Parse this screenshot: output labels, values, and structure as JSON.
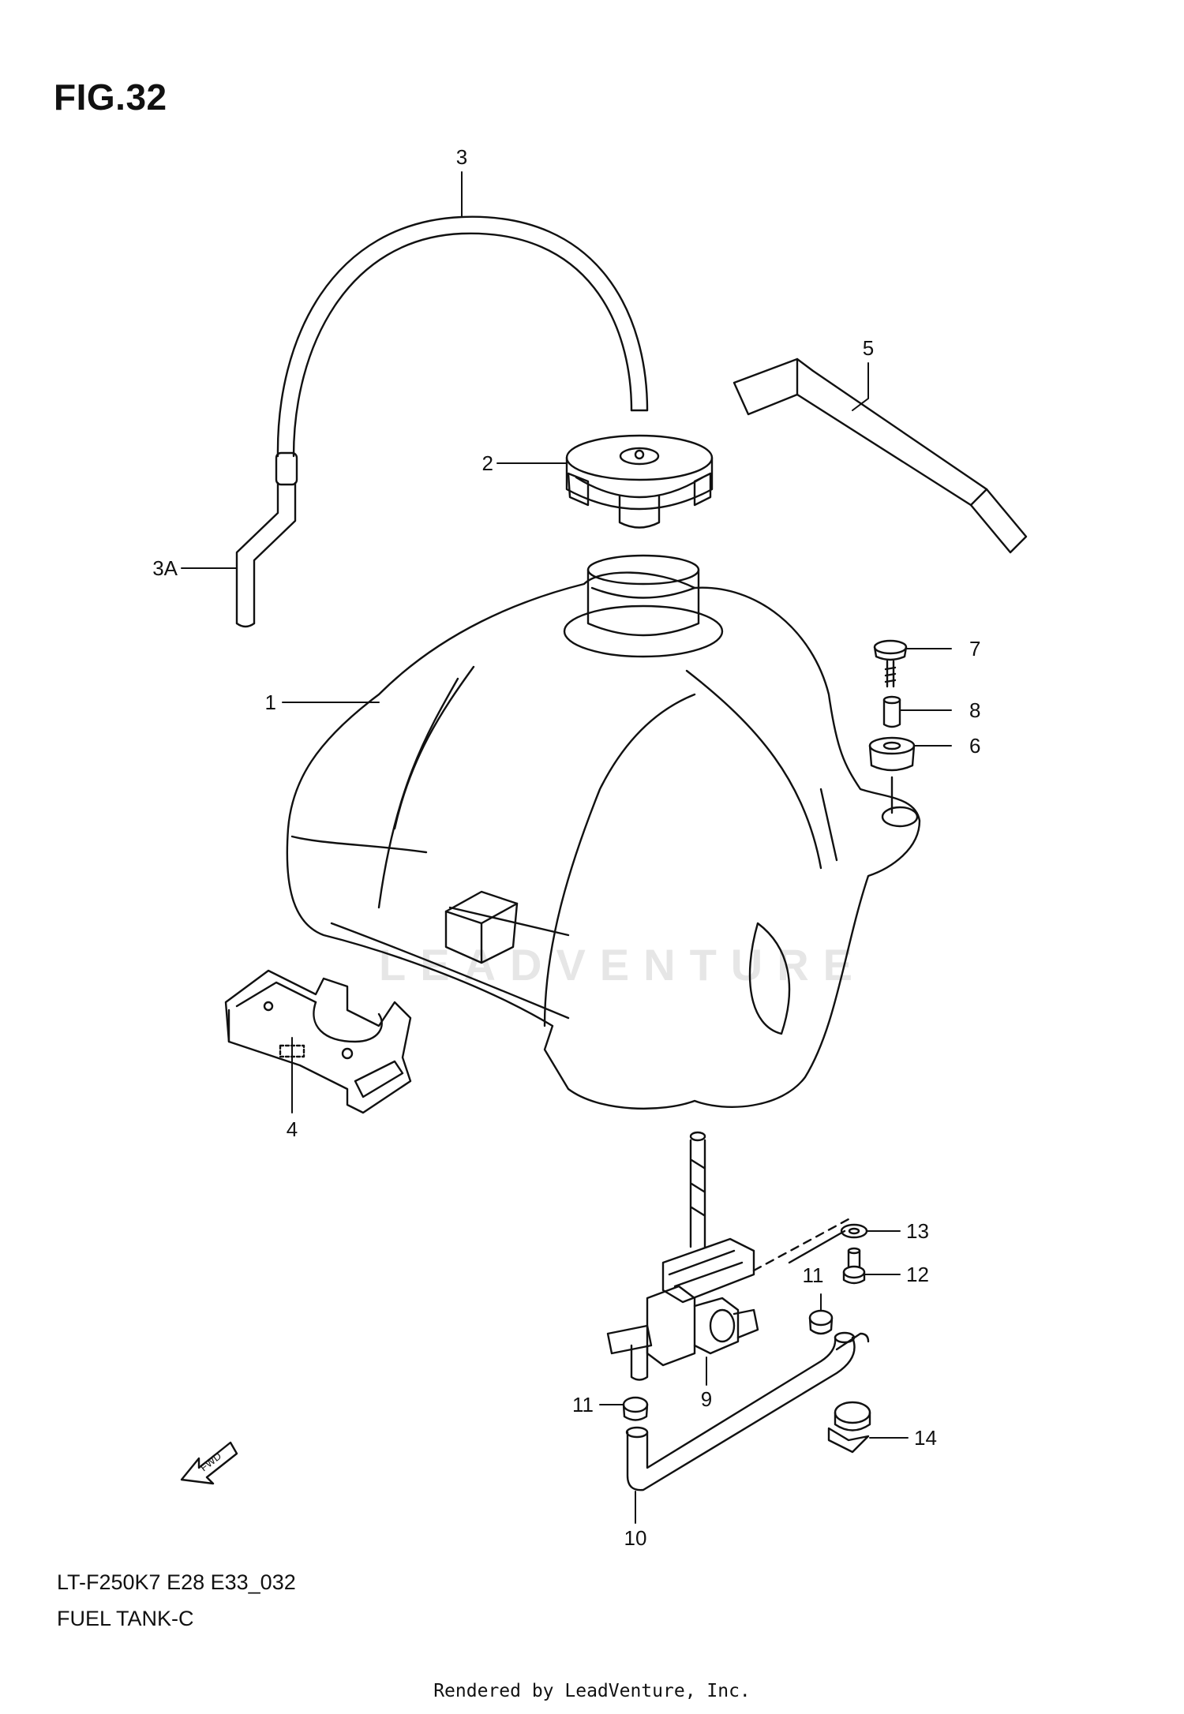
{
  "figure": {
    "title": "FIG.32",
    "model_code": "LT-F250K7 E28 E33_032",
    "part_name": "FUEL TANK-C",
    "credit": "Rendered by LeadVenture, Inc.",
    "watermark": "LEADVENTURE",
    "fwd_marker": "FWD"
  },
  "callouts": {
    "c1": "1",
    "c2": "2",
    "c3": "3",
    "c3a": "3A",
    "c4": "4",
    "c5": "5",
    "c6": "6",
    "c7": "7",
    "c8": "8",
    "c9": "9",
    "c10": "10",
    "c11a": "11",
    "c11b": "11",
    "c12": "12",
    "c13": "13",
    "c14": "14"
  }
}
